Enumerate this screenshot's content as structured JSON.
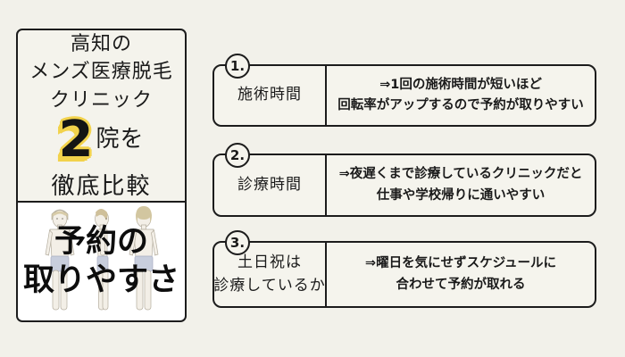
{
  "colors": {
    "page_bg": "#f2f1ea",
    "card_bg": "#f4f3ec",
    "border": "#1c1c1c",
    "accent_yellow": "#f2d24b",
    "panel_bg": "#ffffff",
    "text": "#1a1a1a",
    "figure_skin": "#f3efe7",
    "figure_hair": "#d5c9a5",
    "figure_shorts": "#c8cedd"
  },
  "left_card": {
    "title_lines": [
      "高知の",
      "メンズ医療脱毛",
      "クリニック"
    ],
    "highlight_number": "2",
    "number_suffix": "院を",
    "bottom_line": "徹底比較",
    "overlay_lines": [
      "予約の",
      "取りやすさ"
    ],
    "figures": [
      "man-front",
      "man-side",
      "man-back"
    ]
  },
  "rows": [
    {
      "number": "1.",
      "label_lines": [
        "施術時間"
      ],
      "description_lines": [
        "⇒1回の施術時間が短いほど",
        "回転率がアップするので予約が取りやすい"
      ]
    },
    {
      "number": "2.",
      "label_lines": [
        "診療時間"
      ],
      "description_lines": [
        "⇒夜遅くまで診療しているクリニックだと",
        "仕事や学校帰りに通いやすい"
      ]
    },
    {
      "number": "3.",
      "label_lines": [
        "土日祝は",
        "診療しているか"
      ],
      "description_lines": [
        "⇒曜日を気にせずスケジュールに",
        "合わせて予約が取れる"
      ]
    }
  ]
}
